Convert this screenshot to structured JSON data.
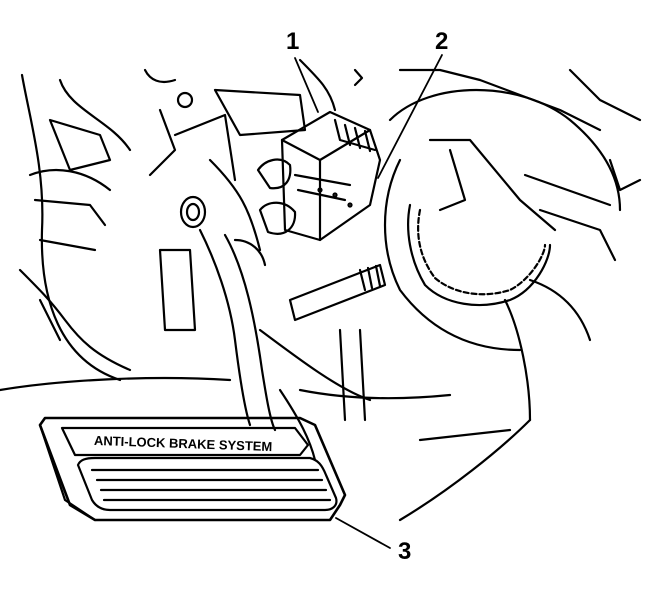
{
  "callouts": [
    {
      "id": "1",
      "label": "1"
    },
    {
      "id": "2",
      "label": "2"
    },
    {
      "id": "3",
      "label": "3"
    }
  ],
  "pedal_pad": {
    "text": "ANTI-LOCK BRAKE SYSTEM"
  },
  "colors": {
    "ink": "#000000",
    "paper": "#ffffff",
    "panel_shade": "#e6e6e6"
  }
}
